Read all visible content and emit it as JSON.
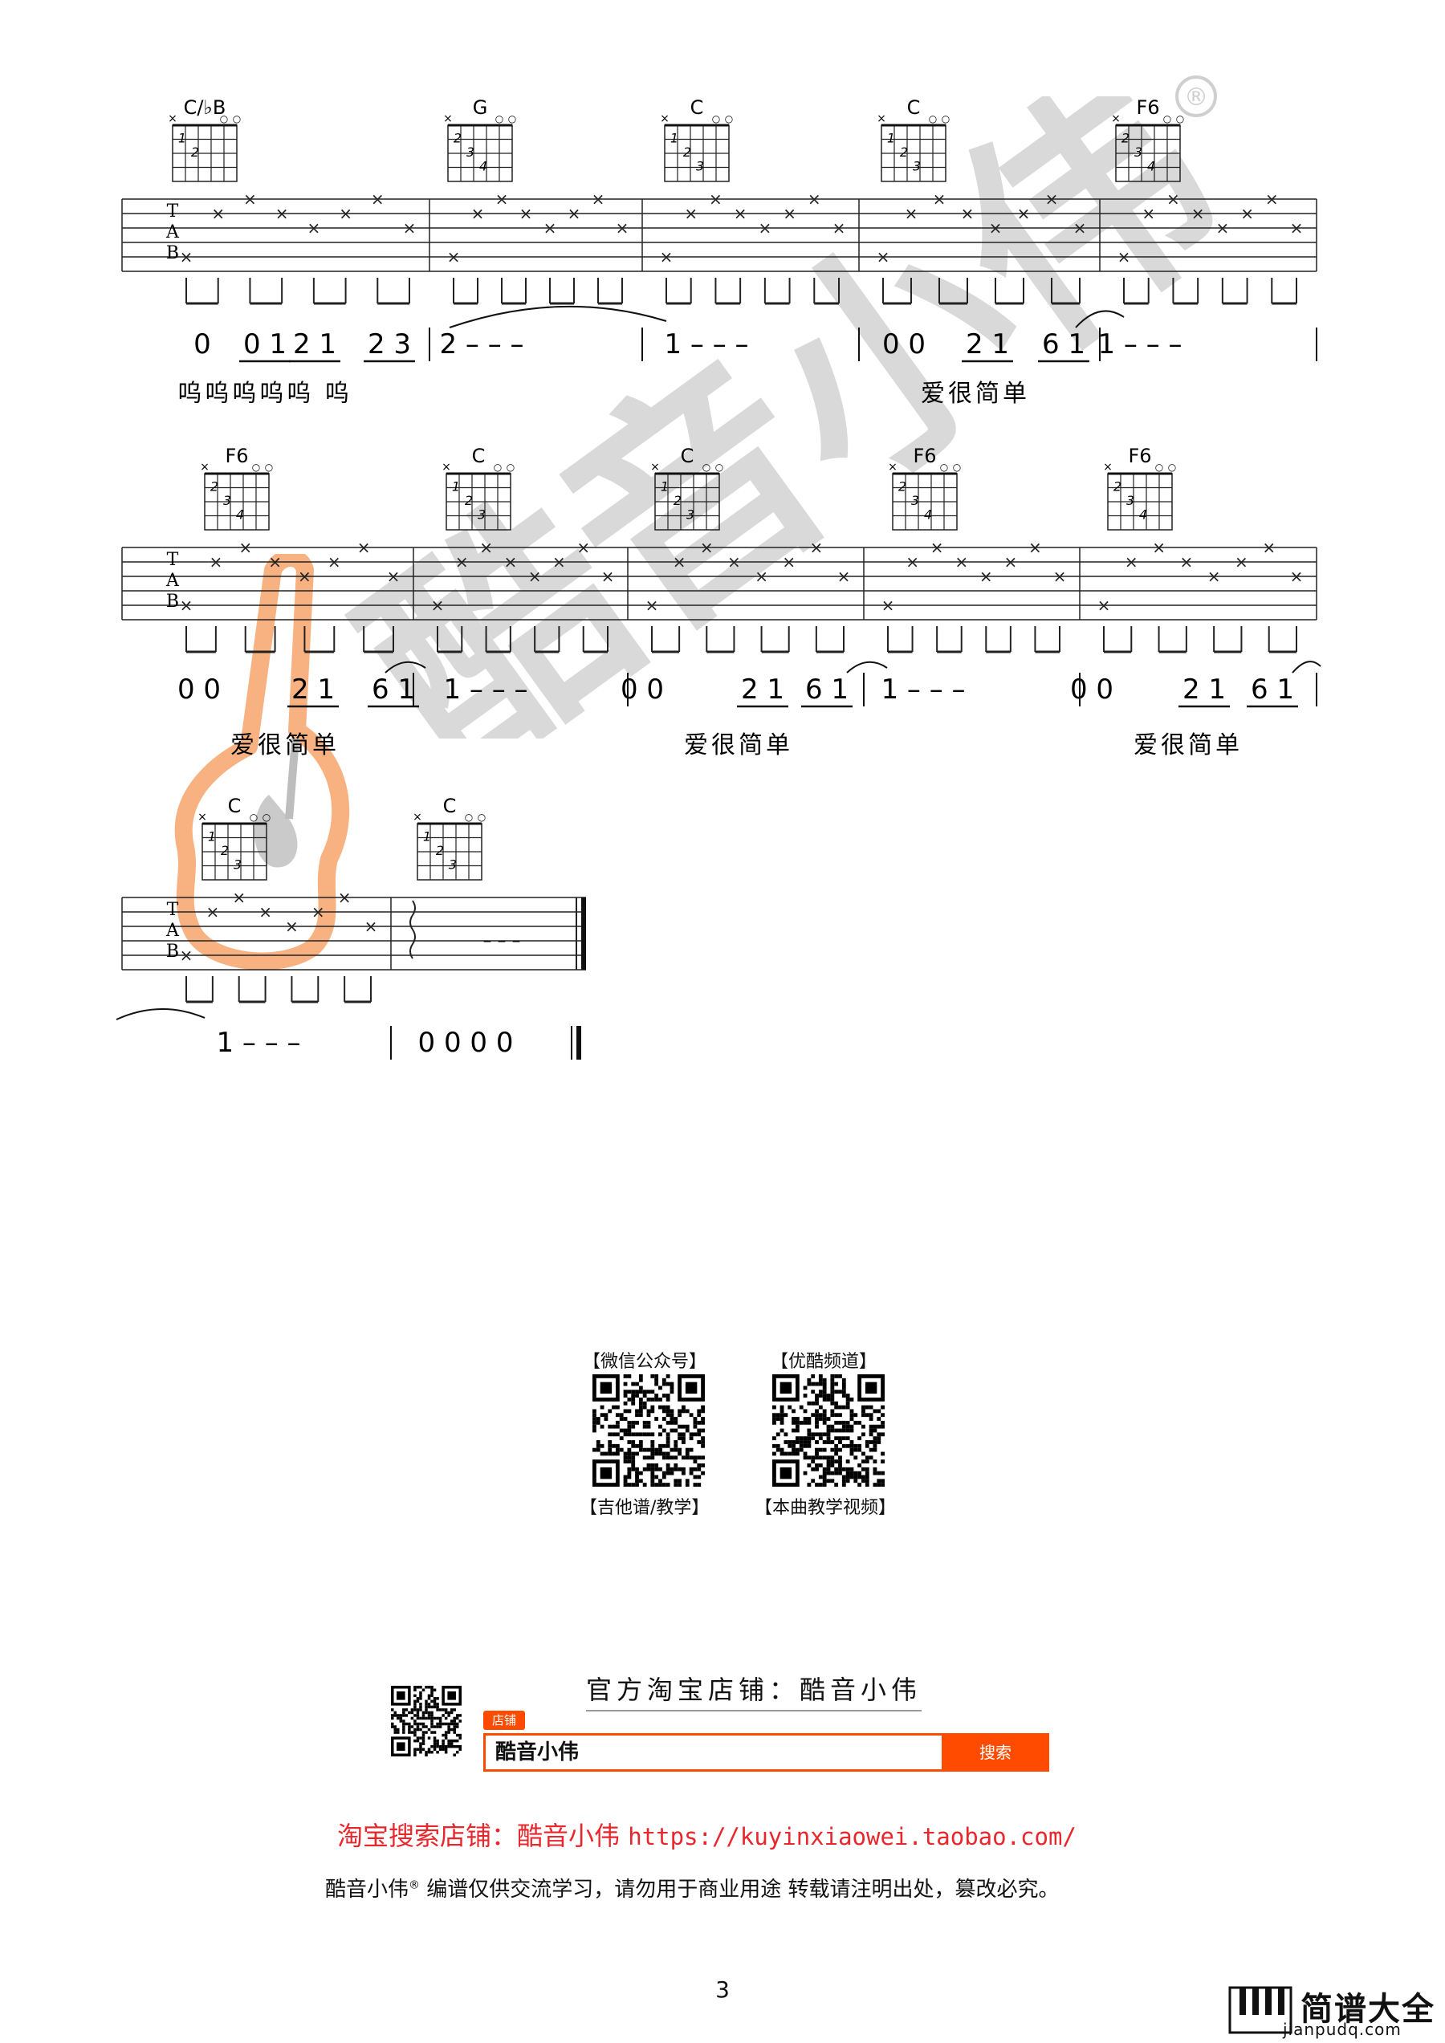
{
  "systems": [
    {
      "chords": [
        {
          "name": "C/♭B",
          "fingers": [
            "1",
            "2"
          ]
        },
        {
          "name": "G",
          "fingers": [
            "2",
            "3",
            "4"
          ]
        },
        {
          "name": "C",
          "fingers": [
            "1",
            "2",
            "3"
          ]
        },
        {
          "name": "C",
          "fingers": [
            "1",
            "2",
            "3"
          ]
        },
        {
          "name": "F6",
          "fingers": [
            "2",
            "3",
            "4"
          ]
        }
      ],
      "notation": [
        {
          "text": "0",
          "underline": false
        },
        {
          "text": "0 1",
          "underline": true
        },
        {
          "text": "2 1",
          "underline": true
        },
        {
          "text": "2 3",
          "underline": true
        },
        {
          "text": "2 – – –",
          "underline": false
        },
        {
          "text": "1 – – –",
          "underline": false
        },
        {
          "text": "0 0",
          "underline": false
        },
        {
          "text": "2 1",
          "underline": true
        },
        {
          "text": "6 1",
          "underline": true
        },
        {
          "text": "1 – – –",
          "underline": false
        }
      ],
      "lyrics": [
        "呜呜呜呜呜  呜",
        "爱很简单"
      ]
    },
    {
      "chords": [
        {
          "name": "F6",
          "fingers": [
            "2",
            "3",
            "4"
          ]
        },
        {
          "name": "C",
          "fingers": [
            "1",
            "2",
            "3"
          ]
        },
        {
          "name": "C",
          "fingers": [
            "1",
            "2",
            "3"
          ]
        },
        {
          "name": "F6",
          "fingers": [
            "2",
            "3",
            "4"
          ]
        },
        {
          "name": "F6",
          "fingers": [
            "2",
            "3",
            "4"
          ]
        }
      ],
      "notation": [
        {
          "text": "0 0",
          "underline": false
        },
        {
          "text": "2 1",
          "underline": true
        },
        {
          "text": "6 1",
          "underline": true
        },
        {
          "text": "1 – – –",
          "underline": false
        },
        {
          "text": "0 0",
          "underline": false
        },
        {
          "text": "2 1",
          "underline": true
        },
        {
          "text": "6 1",
          "underline": true
        },
        {
          "text": "1 – – –",
          "underline": false
        },
        {
          "text": "0 0",
          "underline": false
        },
        {
          "text": "2 1",
          "underline": true
        },
        {
          "text": "6 1",
          "underline": true
        }
      ],
      "lyrics": [
        "爱很简单",
        "爱很简单",
        "爱很简单"
      ]
    },
    {
      "chords": [
        {
          "name": "C",
          "fingers": [
            "1",
            "2",
            "3"
          ]
        },
        {
          "name": "C",
          "fingers": [
            "1",
            "2",
            "3"
          ]
        }
      ],
      "notation": [
        {
          "text": "1 – – –",
          "underline": false
        },
        {
          "text": "0 0 0 0",
          "underline": false
        }
      ],
      "lyrics": []
    }
  ],
  "tab_letters": [
    "T",
    "A",
    "B"
  ],
  "watermark": {
    "text": "酷音小伟",
    "registered": "®"
  },
  "qr": {
    "wechat_top": "【微信公众号】",
    "wechat_bottom": "【吉他谱/教学】",
    "youku_top": "【优酷频道】",
    "youku_bottom": "【本曲教学视频】"
  },
  "shop": {
    "title": "官方淘宝店铺：酷音小伟",
    "tag": "店铺",
    "input_value": "酷音小伟",
    "button": "搜索"
  },
  "search_line": {
    "label": "淘宝搜索店铺：酷音小伟",
    "url": "https://kuyinxiaowei.taobao.com/"
  },
  "copyright": {
    "brand": "酷音小伟",
    "mark": "®",
    "text": "编谱仅供交流学习，请勿用于商业用途 转载请注明出处，篡改必究。"
  },
  "page_number": "3",
  "site": {
    "name": "简谱大全",
    "domain": "jianpudq.com"
  },
  "colors": {
    "orange": "#ff4b00",
    "red": "#e8262b",
    "watermark": "#d9d9d9"
  }
}
